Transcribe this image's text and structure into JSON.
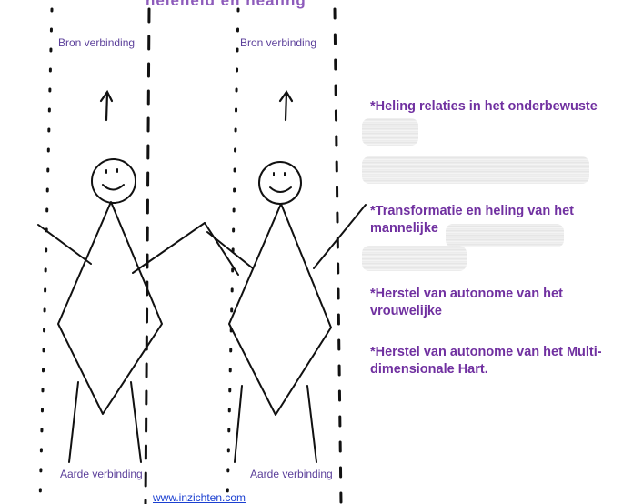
{
  "top_title": "heleheid en healing",
  "labels": {
    "left_top": "Bron verbinding",
    "right_top": "Bron verbinding",
    "left_bottom": "Aarde verbinding",
    "right_bottom": "Aarde verbinding"
  },
  "statements": [
    "*Heling relaties in het onderbewuste",
    "*Transformatie en heling van het mannelijke",
    "*Herstel van autonome van het vrouwelijke",
    "*Herstel van autonome van het Multi-dimensionale Hart."
  ],
  "credit": "www.inzichten.com",
  "colors": {
    "text_purple": "#7030a0",
    "label_purple": "#5b3f9a",
    "link_blue": "#1a3fd1",
    "ink": "#111111"
  }
}
